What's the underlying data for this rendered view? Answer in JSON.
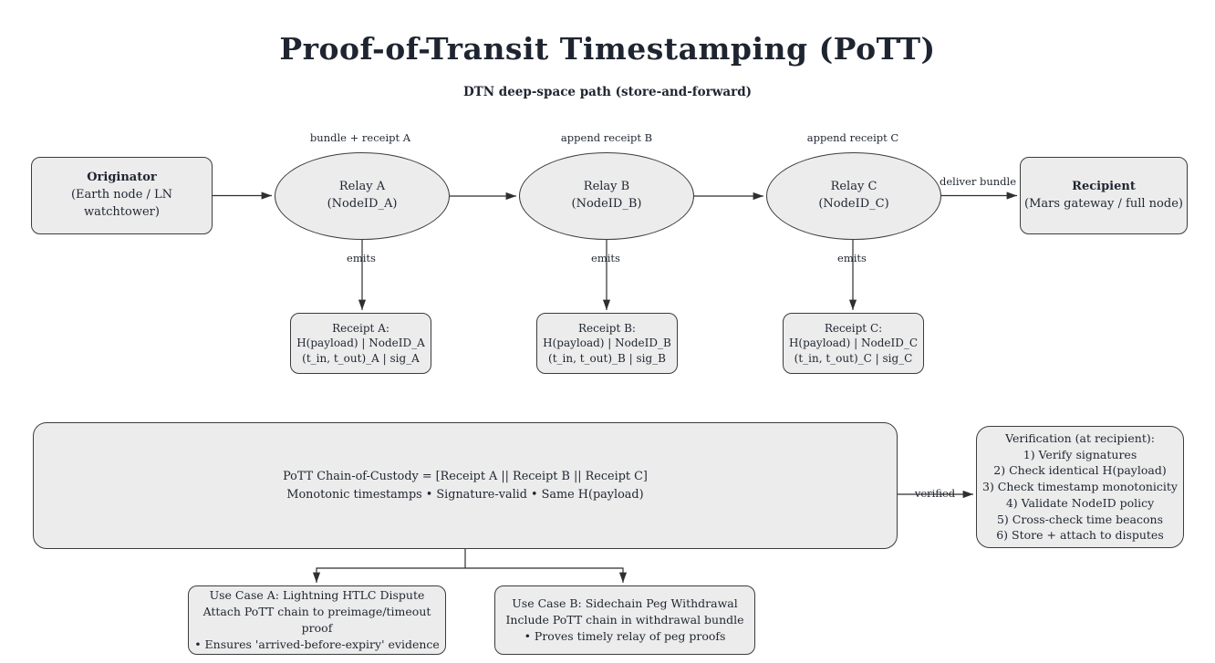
{
  "header": {
    "title": "Proof-of-Transit Timestamping (PoTT)",
    "subtitle": "DTN deep-space path (store-and-forward)"
  },
  "flow_nodes": {
    "originator": {
      "name": "Originator",
      "detail": "(Earth node / LN watchtower)"
    },
    "relay_a": {
      "name": "Relay A",
      "detail": "(NodeID_A)"
    },
    "relay_b": {
      "name": "Relay B",
      "detail": "(NodeID_B)"
    },
    "relay_c": {
      "name": "Relay C",
      "detail": "(NodeID_C)"
    },
    "recipient": {
      "name": "Recipient",
      "detail": "(Mars gateway / full node)"
    }
  },
  "edge_labels": {
    "bundle_receipt_a": "bundle + receipt A",
    "append_receipt_b": "append receipt B",
    "append_receipt_c": "append receipt C",
    "deliver_bundle": "deliver bundle",
    "emits_a": "emits",
    "emits_b": "emits",
    "emits_c": "emits",
    "verified": "verified"
  },
  "receipt_boxes": {
    "a": {
      "lines": [
        "Receipt A:",
        "H(payload) | NodeID_A",
        "(t_in, t_out)_A | sig_A"
      ]
    },
    "b": {
      "lines": [
        "Receipt B:",
        "H(payload) | NodeID_B",
        "(t_in, t_out)_B | sig_B"
      ]
    },
    "c": {
      "lines": [
        "Receipt C:",
        "H(payload) | NodeID_C",
        "(t_in, t_out)_C | sig_C"
      ]
    }
  },
  "chain_box": {
    "lines": [
      "PoTT Chain-of-Custody = [Receipt A || Receipt B || Receipt C]",
      "Monotonic timestamps • Signature-valid • Same H(payload)"
    ]
  },
  "verification_box": {
    "lines": [
      "Verification (at recipient):",
      "1) Verify signatures",
      "2) Check identical H(payload)",
      "3) Check timestamp monotonicity",
      "4) Validate NodeID policy",
      "5) Cross-check time beacons",
      "6) Store + attach to disputes"
    ]
  },
  "use_cases": {
    "a": {
      "lines": [
        "Use Case A: Lightning HTLC Dispute",
        "Attach PoTT chain to preimage/timeout proof",
        "• Ensures 'arrived-before-expiry' evidence"
      ]
    },
    "b": {
      "lines": [
        "Use Case B: Sidechain Peg Withdrawal",
        "Include PoTT chain in withdrawal bundle",
        "• Proves timely relay of peg proofs"
      ]
    }
  },
  "colors": {
    "node_fill": "#ececec",
    "node_border": "#3c3c3c",
    "text": "#1f2530",
    "edge": "#2f2f2f"
  }
}
